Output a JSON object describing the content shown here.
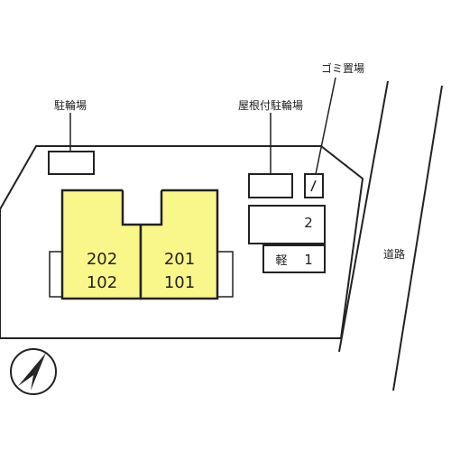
{
  "labels": {
    "bicycle_parking_left": "駐輪場",
    "roofed_bicycle_parking": "屋根付駐輪場",
    "garbage_area": "ゴミ置場",
    "road": "道路",
    "unit_202": "202",
    "unit_102": "102",
    "unit_201": "201",
    "unit_101": "101",
    "parking_2": "2",
    "parking_kei": "軽",
    "parking_1": "1"
  },
  "colors": {
    "building_fill": "#faf78a",
    "stroke": "#222222",
    "text": "#222222",
    "background": "#ffffff"
  },
  "icons": {
    "compass": "north-arrow-icon"
  }
}
